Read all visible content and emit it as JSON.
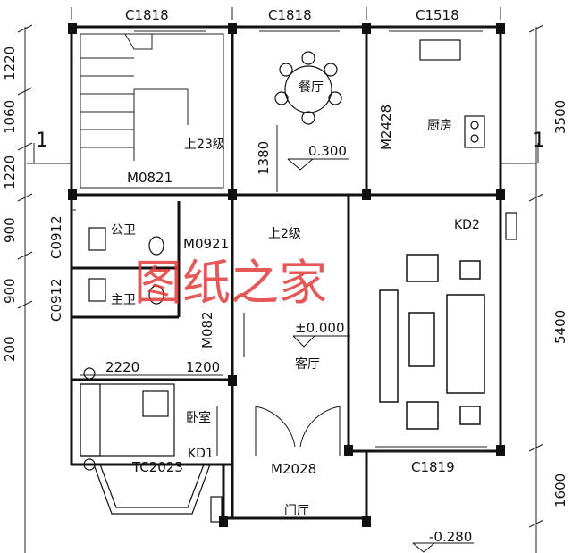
{
  "window_labels": {
    "top_left": "C1818",
    "top_mid": "C1818",
    "top_right": "C1518",
    "c0912_a": "C0912",
    "c0912_b": "C0912",
    "c1819": "C1819",
    "tc2023": "TC2023"
  },
  "door_labels": {
    "m0821": "M0821",
    "m2428": "M2428",
    "m0921": "M0921",
    "m082": "M082",
    "m2028": "M2028"
  },
  "room_labels": {
    "dining": "餐厅",
    "kitchen": "厨房",
    "public_wc": "公卫",
    "master_wc": "主卫",
    "living": "客厅",
    "bedroom": "卧室",
    "foyer": "门厅"
  },
  "stair_labels": {
    "up23": "上23级",
    "up2": "上2级"
  },
  "elevations": {
    "dining": "0.300",
    "living": "±0.000",
    "foyer": "-0.280"
  },
  "distribution_boxes": {
    "kd1": "KD1",
    "kd2": "KD2"
  },
  "dimensions": {
    "left_1220_top": "1220",
    "left_1060": "1060",
    "left_1220_bot": "1220",
    "left_900_a": "900",
    "left_900_b": "900",
    "left_200": "200",
    "dim_1380": "1380",
    "dim_2220": "2220",
    "dim_1200": "1200",
    "right_3500": "3500",
    "right_5400": "5400",
    "right_1600": "1600"
  },
  "section_marks": {
    "left": "1",
    "right": "1"
  },
  "watermark": "图纸之家"
}
